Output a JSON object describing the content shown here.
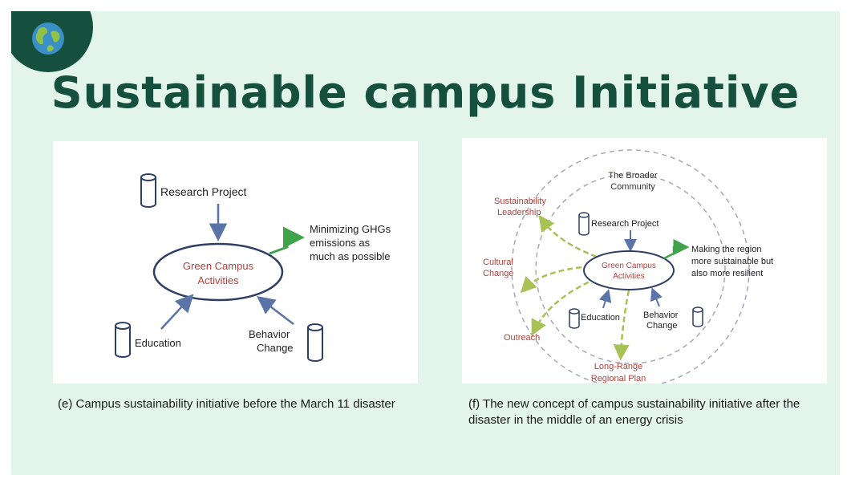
{
  "slide": {
    "title": "Sustainable campus Initiative",
    "logo_icon": "globe-icon"
  },
  "panel_e": {
    "center_line1": "Green Campus",
    "center_line2": "Activities",
    "research_label": "Research Project",
    "education_label": "Education",
    "behavior_line1": "Behavior",
    "behavior_line2": "Change",
    "goal_line1": "Minimizing GHGs",
    "goal_line2": "emissions as",
    "goal_line3": "much as possible",
    "caption": "(e) Campus sustainability initiative before the March 11 disaster"
  },
  "panel_f": {
    "broader_line1": "The Broader",
    "broader_line2": "Community",
    "leadership_line1": "Sustainability",
    "leadership_line2": "Leadership",
    "cultural_line1": "Cultural",
    "cultural_line2": "Change",
    "outreach_label": "Outreach",
    "longrange_line1": "Long-Range",
    "longrange_line2": "Regional Plan",
    "research_label": "Research Project",
    "center_line1": "Green Campus",
    "center_line2": "Activities",
    "education_label": "Education",
    "behavior_line1": "Behavior",
    "behavior_line2": "Change",
    "goal_line1": "Making the region",
    "goal_line2": "more sustainable but",
    "goal_line3": "also more resilient",
    "caption": "(f) The new concept of campus sustainability initiative after the disaster in the middle of an energy crisis"
  },
  "colors": {
    "background": "#e3f5ea",
    "brand_dark": "#15503f",
    "accent_red": "#b5413a",
    "arrow_blue": "#5a74a8",
    "arrow_green": "#3fa34a",
    "dashed_green": "#a8c255"
  }
}
